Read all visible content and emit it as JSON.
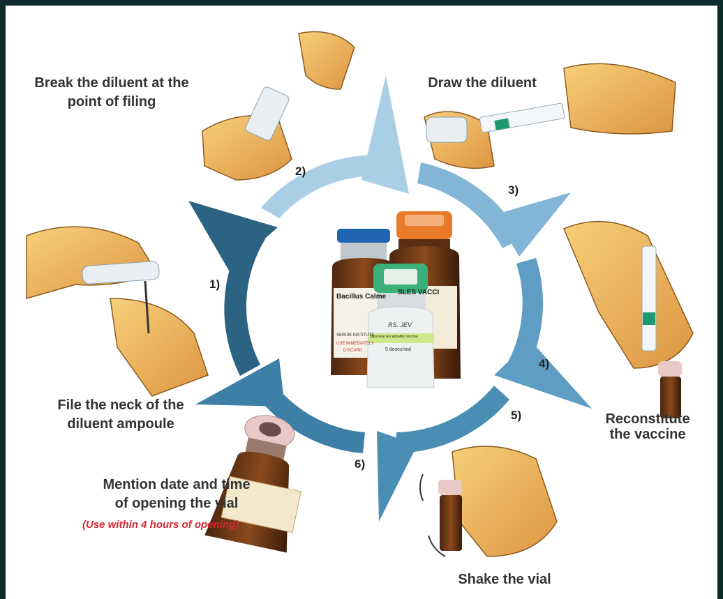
{
  "steps": [
    {
      "number": "1)",
      "label_line1": "File the neck of the",
      "label_line2": "diluent ampoule"
    },
    {
      "number": "2)",
      "label_line1": "Break the diluent at the",
      "label_line2": "point of filing"
    },
    {
      "number": "3)",
      "label_line1": "Draw the diluent",
      "label_line2": ""
    },
    {
      "number": "4)",
      "label_line1": "Reconstitute",
      "label_line2": "the vaccine"
    },
    {
      "number": "5)",
      "label_line1": "Shake the vial",
      "label_line2": ""
    },
    {
      "number": "6)",
      "label_line1": "Mention date and time",
      "label_line2": "of opening the vial",
      "note": "(Use within 4 hours of opening)"
    }
  ],
  "center_vials": {
    "vial_blue": {
      "text1": "Bacillus Calme",
      "text2": "SERUM INSTITUTE",
      "text3": "USE IMMEDIATELY",
      "text4": "DISCARD"
    },
    "vial_orange": {
      "text1": "SLES VACCI"
    },
    "vial_green": {
      "text1": "RS. JEV",
      "text2": "Japanese Encephalitis Vaccine",
      "text3": "5 doses/vial"
    }
  },
  "colors": {
    "frame": "#0f2a2a",
    "arrow_dark": "#2c6382",
    "arrow_mid": "#4a8db5",
    "arrow_light": "#a9cfe6",
    "note_red": "#d7262e"
  }
}
